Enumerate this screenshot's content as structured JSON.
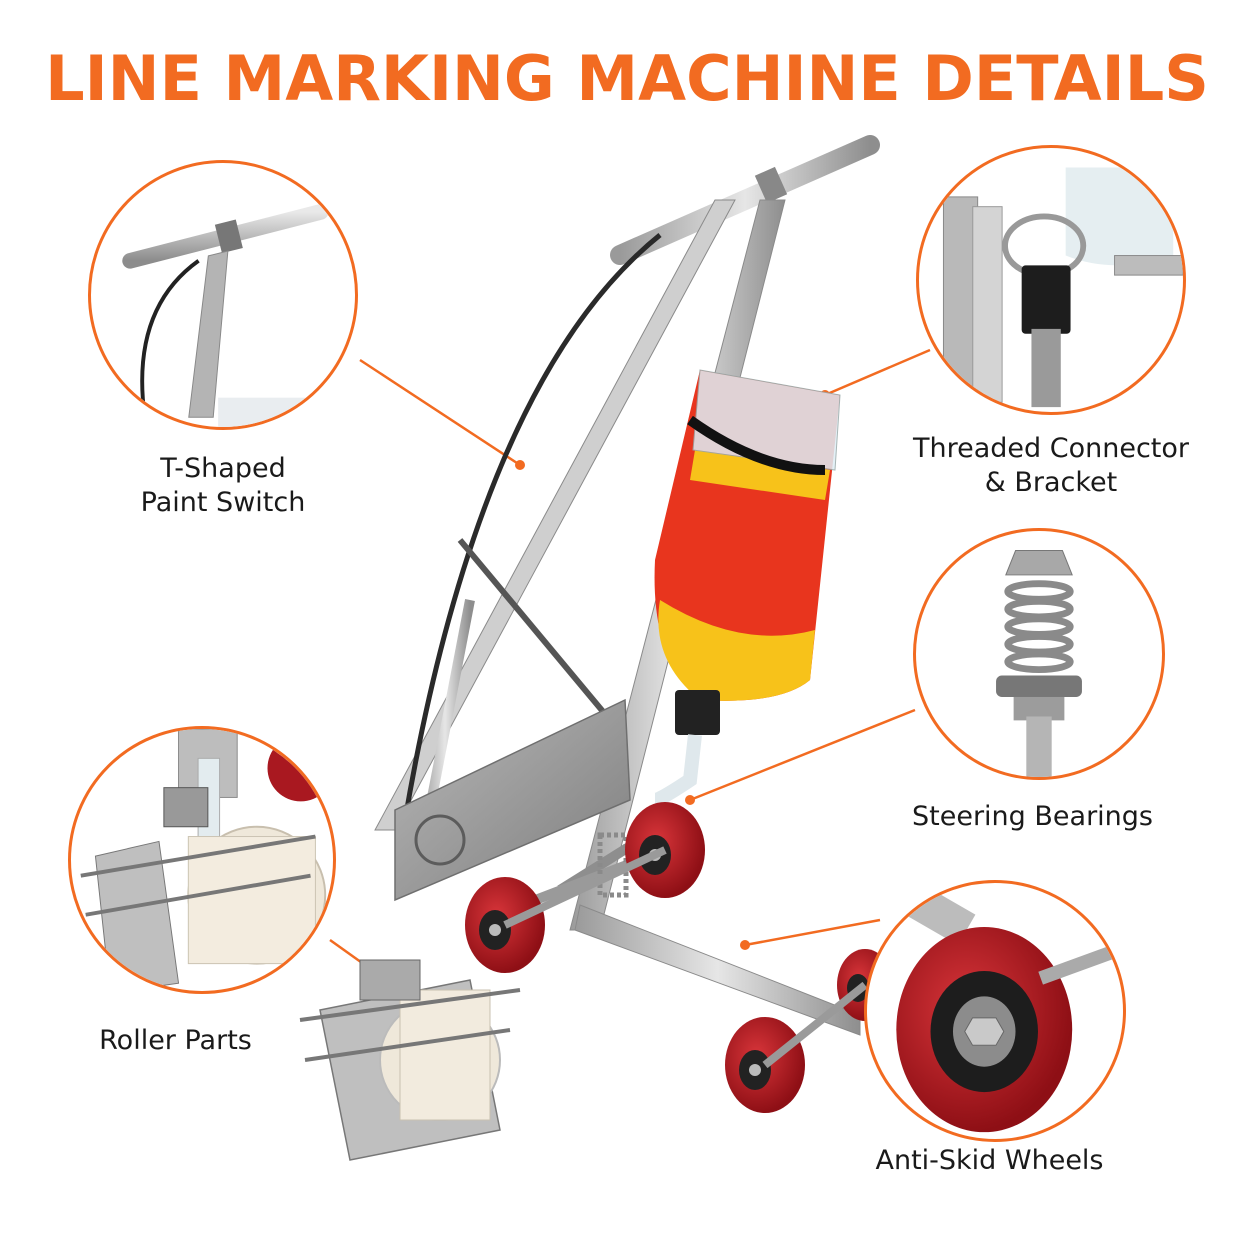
{
  "title": "LINE MARKING MACHINE DETAILS",
  "callouts": {
    "paint_switch": {
      "line1": "T-Shaped",
      "line2": "Paint Switch"
    },
    "connector": {
      "line1": "Threaded Connector",
      "line2": "& Bracket"
    },
    "bearings": {
      "label": "Steering Bearings"
    },
    "roller": {
      "label": "Roller Parts"
    },
    "wheels": {
      "label": "Anti-Skid Wheels"
    }
  },
  "colors": {
    "accent": "#f26b21",
    "wheel_red": "#b3181f",
    "steel": "#c9c9c9",
    "bottle_yellow": "#f7c21a",
    "bottle_red": "#e8351e"
  }
}
